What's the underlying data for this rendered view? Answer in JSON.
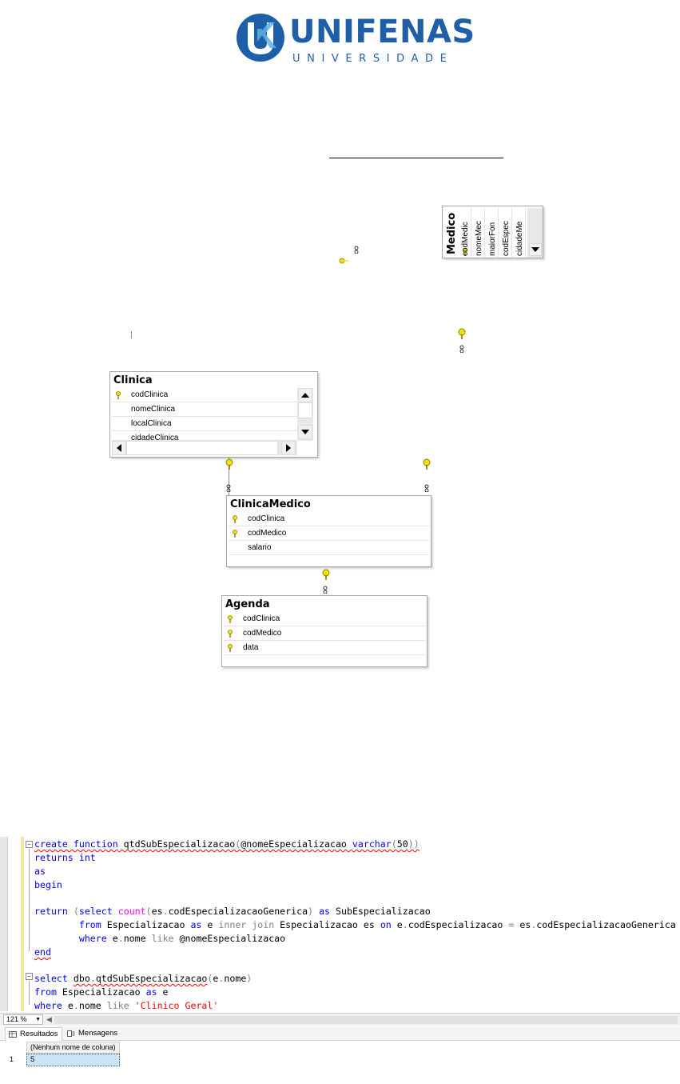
{
  "logo": {
    "brand": "UNIFENAS",
    "subtitle": "UNIVERSIDADE",
    "color": "#1f5fa8"
  },
  "diagram": {
    "medico": {
      "title": "Medico",
      "columns": [
        "codMedic",
        "nomeMec",
        "maiorFon",
        "codEspec",
        "cidadeMe"
      ]
    },
    "clinica": {
      "title": "Clinica",
      "columns": [
        {
          "name": "codClinica",
          "key": true
        },
        {
          "name": "nomeClinica",
          "key": false
        },
        {
          "name": "localClinica",
          "key": false
        },
        {
          "name": "cidadeClinica",
          "key": false
        }
      ]
    },
    "clinica_medico": {
      "title": "ClinicaMedico",
      "columns": [
        {
          "name": "codClinica",
          "key": true
        },
        {
          "name": "codMedico",
          "key": true
        },
        {
          "name": "salario",
          "key": false
        }
      ]
    },
    "agenda": {
      "title": "Agenda",
      "columns": [
        {
          "name": "codClinica",
          "key": true
        },
        {
          "name": "codMedico",
          "key": true
        },
        {
          "name": "data",
          "key": true
        }
      ]
    },
    "key_color": "#f2e200"
  },
  "editor": {
    "lines": [
      "create function qtdSubEspecializacao(@nomeEspecializacao varchar(50))",
      "returns int",
      "as",
      "begin",
      "",
      "return (select count(es.codEspecializacaoGenerica) as SubEspecializacao",
      "        from Especializacao as e inner join Especializacao es on e.codEspecializacao = es.codEspecializacaoGenerica",
      "        where e.nome like @nomeEspecializacao",
      "end",
      "",
      "select dbo.qtdSubEspecializacao(e.nome)",
      "from Especializacao as e",
      "where e.nome like 'Clinico Geral'"
    ]
  },
  "status": {
    "zoom": "121 %"
  },
  "results": {
    "tabs": [
      "Resultados",
      "Mensagens"
    ],
    "column_header": "(Nenhum nome de coluna)",
    "rows": [
      {
        "num": "1",
        "value": "5"
      }
    ]
  }
}
